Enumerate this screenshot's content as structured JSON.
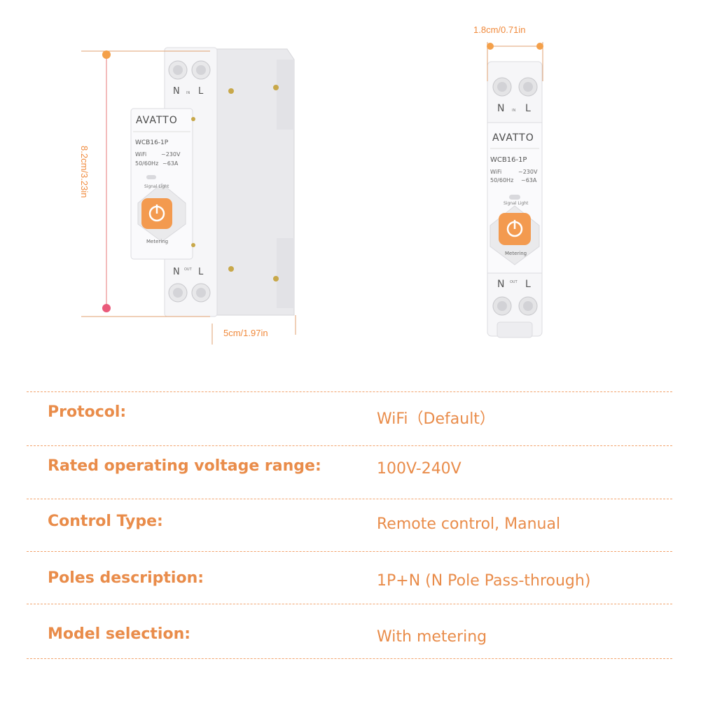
{
  "dimensions": {
    "height": "8.2cm/3.23in",
    "depth": "5cm/1.97in",
    "width": "1.8cm/0.71in"
  },
  "device": {
    "brand": "AVATTO",
    "model": "WCB16-1P",
    "wifi": "WiFi",
    "voltage": "~230V",
    "freq": "50/60Hz",
    "current": "~63A",
    "signal_light": "Signal Light",
    "metering": "Metering",
    "top_n": "N",
    "top_l": "L",
    "in_label": "IN",
    "bottom_n": "N",
    "bottom_l": "L",
    "out_label": "OUT"
  },
  "specs": [
    {
      "label": "Protocol:",
      "value": "WiFi（Default）"
    },
    {
      "label": "Rated operating voltage range:",
      "value": "100V-240V"
    },
    {
      "label": "Control Type:",
      "value": "Remote control, Manual"
    },
    {
      "label": "Poles description:",
      "value": "1P+N (N Pole Pass-through)"
    },
    {
      "label": "Model selection:",
      "value": "With metering"
    }
  ],
  "colors": {
    "accent": "#f08a3c",
    "button": "#f39a4f",
    "body": "#f4f4f6"
  }
}
